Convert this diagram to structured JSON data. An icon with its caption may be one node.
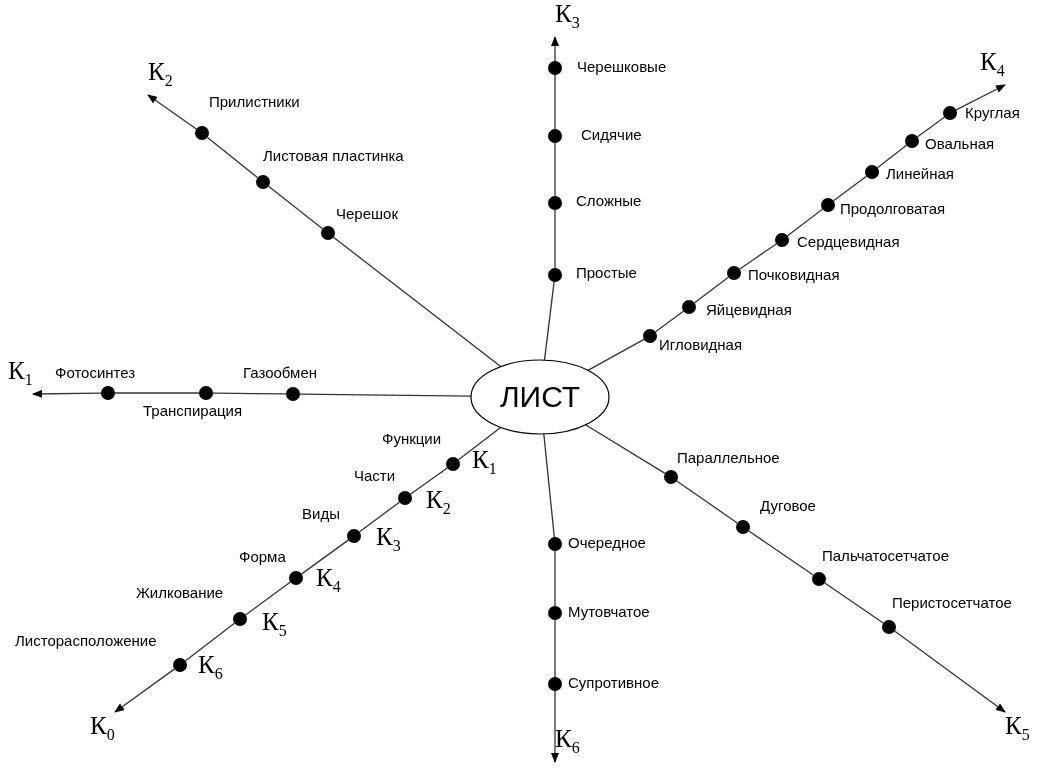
{
  "diagram": {
    "nodes": [
      {
        "text": [
          "ЛИСТ"
        ]
      },
      {
        "text": [],
        "shape": "circle",
        "beside": [
          "Черешок"
        ]
      },
      {
        "text": [],
        "shape": "circle",
        "beside": [
          "Листовая пластинка"
        ]
      },
      {
        "text": [],
        "shape": "circle",
        "beside": [
          "Прилистники"
        ]
      },
      {
        "text": [
          "К$_{2}$"
        ]
      },
      {
        "text": [],
        "shape": "circle",
        "beside": [
          "Простые"
        ]
      },
      {
        "text": [],
        "shape": "circle",
        "beside": [
          "Сложные"
        ]
      },
      {
        "text": [],
        "shape": "circle",
        "beside": [
          "Сидячие"
        ]
      },
      {
        "text": [],
        "shape": "circle",
        "beside": [
          "Черешковые"
        ]
      },
      {
        "text": [
          "К$_{3}$"
        ]
      },
      {
        "text": [],
        "shape": "circle",
        "beside": [
          "Игловидная"
        ]
      },
      {
        "text": [],
        "shape": "circle",
        "beside": [
          "Яйцевидная"
        ]
      },
      {
        "text": [],
        "shape": "circle",
        "beside": [
          "Почковидная"
        ]
      },
      {
        "text": [],
        "shape": "circle",
        "beside": [
          "Сердцевидная"
        ]
      },
      {
        "text": [],
        "shape": "circle",
        "beside": [
          "Продолговатая"
        ]
      },
      {
        "text": [],
        "shape": "circle",
        "beside": [
          "Линейная"
        ]
      },
      {
        "text": [],
        "shape": "circle",
        "beside": [
          "Овальная"
        ]
      },
      {
        "text": [],
        "shape": "circle",
        "beside": [
          "Круглая"
        ]
      },
      {
        "text": [
          "К$_{4}$"
        ]
      },
      {
        "text": [],
        "shape": "circle",
        "beside": [
          "Газообмен"
        ]
      },
      {
        "text": [],
        "shape": "circle",
        "beside": [
          "Транспирация"
        ]
      },
      {
        "text": [],
        "shape": "circle",
        "beside": [
          "Фотосинтез"
        ]
      },
      {
        "text": [
          "К$_{1}$"
        ]
      },
      {
        "text": [],
        "shape": "circle",
        "beside": [
          "Функции",
          "К$_{1}$"
        ]
      },
      {
        "text": [],
        "shape": "circle",
        "beside": [
          "Части",
          "К$_{2}$"
        ]
      },
      {
        "text": [],
        "shape": "circle",
        "beside": [
          "Виды",
          "К$_{3}$"
        ]
      },
      {
        "text": [],
        "shape": "circle",
        "beside": [
          "Форма",
          "К$_{4}$"
        ]
      },
      {
        "text": [],
        "shape": "circle",
        "beside": [
          "Жилкование",
          "К$_{5}$"
        ]
      },
      {
        "text": [],
        "shape": "circle",
        "beside": [
          "Листорасположение",
          "К$_{6}$"
        ]
      },
      {
        "text": [
          "К$_{0}$"
        ]
      },
      {
        "text": [],
        "shape": "circle",
        "beside": [
          "Очередное"
        ]
      },
      {
        "text": [],
        "shape": "circle",
        "beside": [
          "Мутовчатое"
        ]
      },
      {
        "text": [],
        "shape": "circle",
        "beside": [
          "Супротивное"
        ]
      },
      {
        "text": [
          "К$_{6}$"
        ]
      },
      {
        "text": [],
        "shape": "circle",
        "beside": [
          "Параллельное"
        ]
      },
      {
        "text": [],
        "shape": "circle",
        "beside": [
          "Дуговое"
        ]
      },
      {
        "text": [],
        "shape": "circle",
        "beside": [
          "Пальчатосетчатое"
        ]
      },
      {
        "text": [],
        "shape": "circle",
        "beside": [
          "Перистосетчатое"
        ]
      },
      {
        "text": [
          "К$_{5}$"
        ]
      }
    ],
    "edges": [
      {
        "from": 0,
        "to": 1,
        "arrow": "none"
      },
      {
        "from": 1,
        "to": 2,
        "arrow": "none"
      },
      {
        "from": 2,
        "to": 3,
        "arrow": "none"
      },
      {
        "from": 3,
        "to": 4,
        "arrow": "to"
      },
      {
        "from": 0,
        "to": 5,
        "arrow": "none"
      },
      {
        "from": 5,
        "to": 6,
        "arrow": "none"
      },
      {
        "from": 6,
        "to": 7,
        "arrow": "none"
      },
      {
        "from": 7,
        "to": 8,
        "arrow": "none"
      },
      {
        "from": 8,
        "to": 9,
        "arrow": "to"
      },
      {
        "from": 0,
        "to": 10,
        "arrow": "none"
      },
      {
        "from": 10,
        "to": 11,
        "arrow": "none"
      },
      {
        "from": 11,
        "to": 12,
        "arrow": "none"
      },
      {
        "from": 12,
        "to": 13,
        "arrow": "none"
      },
      {
        "from": 13,
        "to": 14,
        "arrow": "none"
      },
      {
        "from": 14,
        "to": 15,
        "arrow": "none"
      },
      {
        "from": 15,
        "to": 16,
        "arrow": "none"
      },
      {
        "from": 16,
        "to": 17,
        "arrow": "none"
      },
      {
        "from": 17,
        "to": 18,
        "arrow": "to"
      },
      {
        "from": 0,
        "to": 19,
        "arrow": "none"
      },
      {
        "from": 19,
        "to": 20,
        "arrow": "none"
      },
      {
        "from": 20,
        "to": 21,
        "arrow": "none"
      },
      {
        "from": 21,
        "to": 22,
        "arrow": "to"
      },
      {
        "from": 0,
        "to": 23,
        "arrow": "none"
      },
      {
        "from": 23,
        "to": 24,
        "arrow": "none"
      },
      {
        "from": 24,
        "to": 25,
        "arrow": "none"
      },
      {
        "from": 25,
        "to": 26,
        "arrow": "none"
      },
      {
        "from": 26,
        "to": 27,
        "arrow": "none"
      },
      {
        "from": 27,
        "to": 28,
        "arrow": "none"
      },
      {
        "from": 28,
        "to": 29,
        "arrow": "to"
      },
      {
        "from": 0,
        "to": 30,
        "arrow": "none"
      },
      {
        "from": 30,
        "to": 31,
        "arrow": "none"
      },
      {
        "from": 31,
        "to": 32,
        "arrow": "none"
      },
      {
        "from": 32,
        "to": 33,
        "arrow": "to"
      },
      {
        "from": 0,
        "to": 34,
        "arrow": "none"
      },
      {
        "from": 34,
        "to": 35,
        "arrow": "none"
      },
      {
        "from": 35,
        "to": 36,
        "arrow": "none"
      },
      {
        "from": 36,
        "to": 37,
        "arrow": "none"
      },
      {
        "from": 37,
        "to": 38,
        "arrow": "to"
      }
    ]
  }
}
